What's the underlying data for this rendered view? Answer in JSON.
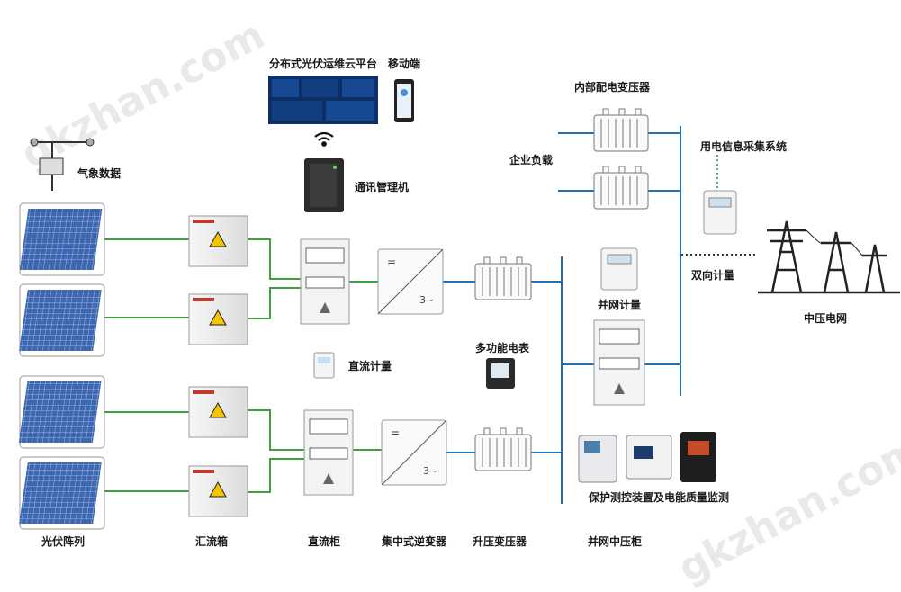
{
  "watermark": "gkzhan.com",
  "labels": {
    "cloud_platform": "分布式光伏运维云平台",
    "mobile": "移动端",
    "weather": "气象数据",
    "comm_manager": "通讯管理机",
    "internal_transformer": "内部配电变压器",
    "enterprise_load": "企业负载",
    "power_info_system": "用电信息采集系统",
    "bidirectional_meter": "双向计量",
    "grid_meter": "并网计量",
    "mv_grid": "中压电网",
    "dc_meter": "直流计量",
    "multi_meter": "多功能电表",
    "protection": "保护测控装置及电能质量监测",
    "pv_array": "光伏阵列",
    "combiner_box": "汇流箱",
    "dc_cabinet": "直流柜",
    "inverter": "集中式逆变器",
    "step_up_transformer": "升压变压器",
    "grid_mv_cabinet": "并网中压柜"
  },
  "inverter_symbols": {
    "dc": "=",
    "ac": "3~"
  },
  "colors": {
    "dc_line": "#3aa33a",
    "ac_line": "#1f6fb2",
    "dotted": "#4aa6a6"
  }
}
